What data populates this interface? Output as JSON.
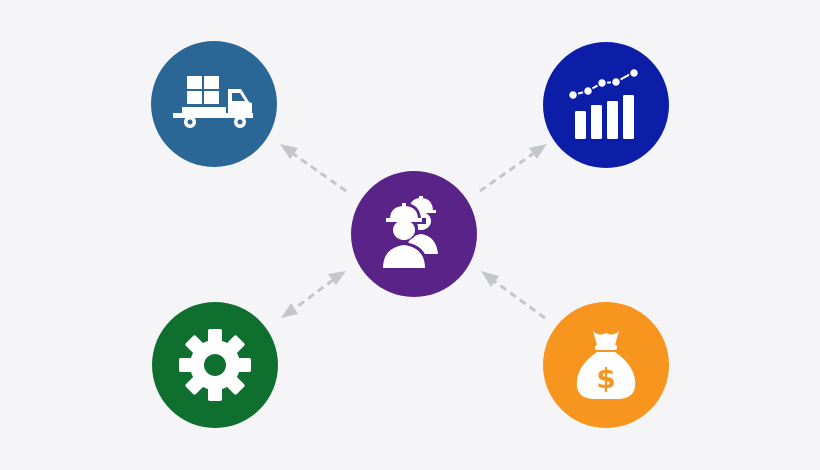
{
  "diagram": {
    "center": {
      "icon": "workers-hardhat-icon",
      "color": "#5a2387"
    },
    "satellites": [
      {
        "id": "truck",
        "icon": "delivery-truck-icon",
        "color": "#2a6797"
      },
      {
        "id": "growth",
        "icon": "growth-bar-chart-icon",
        "color": "#0c1ea8"
      },
      {
        "id": "gear",
        "icon": "gear-icon",
        "color": "#0e6f2e"
      },
      {
        "id": "money",
        "icon": "money-bag-icon",
        "color": "#f7951f"
      }
    ],
    "connector_color": "#c4c6ca",
    "connectors": [
      {
        "from": "center",
        "to": "truck",
        "style": "dashed-arrow"
      },
      {
        "from": "center",
        "to": "growth",
        "style": "dashed-arrow"
      },
      {
        "from": "center",
        "to": "gear",
        "style": "dashed-bidirectional-arrow"
      },
      {
        "from": "money",
        "to": "center",
        "style": "dashed-arrow"
      }
    ]
  }
}
